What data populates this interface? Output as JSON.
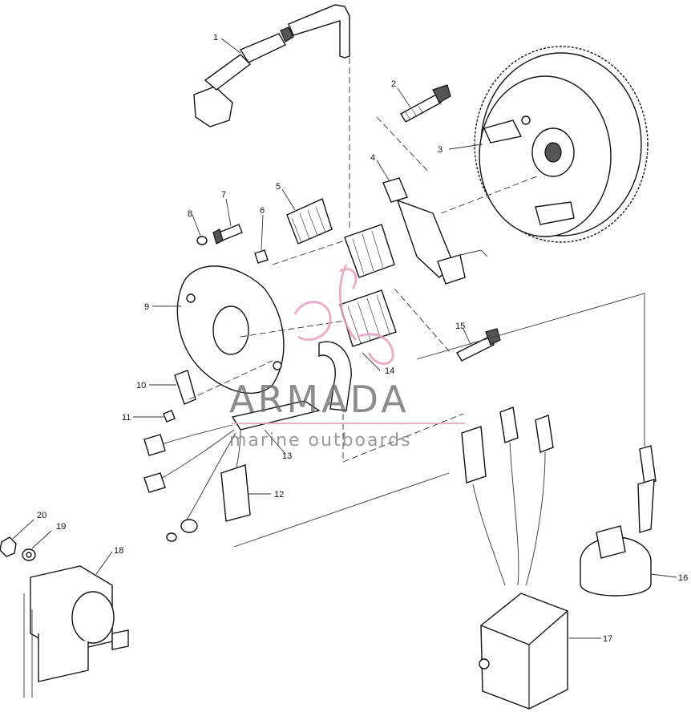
{
  "callouts": [
    "1",
    "2",
    "3",
    "4",
    "5",
    "6",
    "7",
    "8",
    "9",
    "10",
    "11",
    "12",
    "13",
    "14",
    "15",
    "16",
    "17",
    "18",
    "19",
    "20"
  ],
  "watermark": {
    "brand": "ARMADA",
    "tagline": "marine outboards",
    "colors": {
      "brand": "#666666",
      "logo": "#e8a0c0"
    }
  }
}
